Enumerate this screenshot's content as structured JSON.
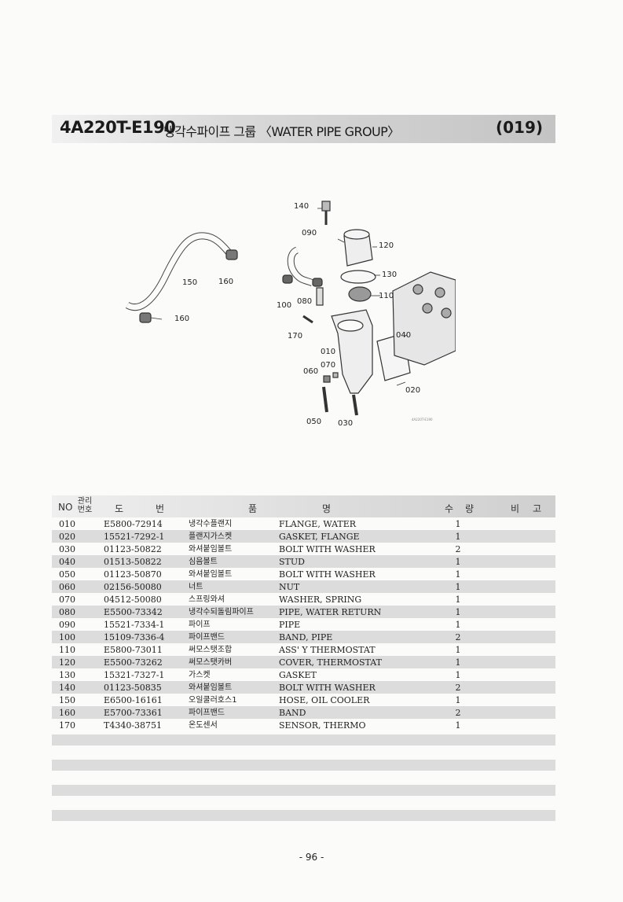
{
  "header": {
    "code": "4A220T-E190",
    "title": "냉각수파이프 그룹 〈WATER PIPE GROUP〉",
    "number": "(019)"
  },
  "diagram": {
    "callouts": {
      "c140": "140",
      "c090": "090",
      "c120": "120",
      "c150": "150",
      "c160a": "160",
      "c130": "130",
      "c100": "100",
      "c080": "080",
      "c110": "110",
      "c160b": "160",
      "c170": "170",
      "c040": "040",
      "c010": "010",
      "c070": "070",
      "c060": "060",
      "c020": "020",
      "c050": "050",
      "c030": "030"
    },
    "figure_ref": "4A220T-E190"
  },
  "table": {
    "headers": {
      "no": "NO",
      "mgmt": "관리번호",
      "drawing_a": "도",
      "drawing_b": "번",
      "name_a": "품",
      "name_b": "명",
      "qty_a": "수",
      "qty_b": "량",
      "remark_a": "비",
      "remark_b": "고"
    },
    "rows": [
      {
        "no": "010",
        "part": "E5800-72914",
        "kor": "냉각수플랜지",
        "eng": "FLANGE, WATER",
        "qty": "1"
      },
      {
        "no": "020",
        "part": "15521-7292-1",
        "kor": "플랜지가스켓",
        "eng": "GASKET, FLANGE",
        "qty": "1"
      },
      {
        "no": "030",
        "part": "01123-50822",
        "kor": "와셔붙임볼트",
        "eng": "BOLT WITH WASHER",
        "qty": "2"
      },
      {
        "no": "040",
        "part": "01513-50822",
        "kor": "심음볼트",
        "eng": "STUD",
        "qty": "1"
      },
      {
        "no": "050",
        "part": "01123-50870",
        "kor": "와셔붙임볼트",
        "eng": "BOLT WITH WASHER",
        "qty": "1"
      },
      {
        "no": "060",
        "part": "02156-50080",
        "kor": "너트",
        "eng": "NUT",
        "qty": "1"
      },
      {
        "no": "070",
        "part": "04512-50080",
        "kor": "스프링와셔",
        "eng": "WASHER, SPRING",
        "qty": "1"
      },
      {
        "no": "080",
        "part": "E5500-73342",
        "kor": "냉각수되돌림파이프",
        "eng": "PIPE, WATER RETURN",
        "qty": "1"
      },
      {
        "no": "090",
        "part": "15521-7334-1",
        "kor": "파이프",
        "eng": "PIPE",
        "qty": "1"
      },
      {
        "no": "100",
        "part": "15109-7336-4",
        "kor": "파이프밴드",
        "eng": "BAND, PIPE",
        "qty": "2"
      },
      {
        "no": "110",
        "part": "E5800-73011",
        "kor": "써모스탯조합",
        "eng": "ASS' Y THERMOSTAT",
        "qty": "1"
      },
      {
        "no": "120",
        "part": "E5500-73262",
        "kor": "써모스탯카버",
        "eng": "COVER, THERMOSTAT",
        "qty": "1"
      },
      {
        "no": "130",
        "part": "15321-7327-1",
        "kor": "가스켓",
        "eng": "GASKET",
        "qty": "1"
      },
      {
        "no": "140",
        "part": "01123-50835",
        "kor": "와셔붙임볼트",
        "eng": "BOLT WITH WASHER",
        "qty": "2"
      },
      {
        "no": "150",
        "part": "E6500-16161",
        "kor": "오일쿨러호스1",
        "eng": "HOSE, OIL COOLER",
        "qty": "1"
      },
      {
        "no": "160",
        "part": "E5700-73361",
        "kor": "파이프밴드",
        "eng": "BAND",
        "qty": "2"
      },
      {
        "no": "170",
        "part": "T4340-38751",
        "kor": "온도센서",
        "eng": "SENSOR, THERMO",
        "qty": "1"
      }
    ]
  },
  "footer": {
    "page": "- 96 -"
  }
}
